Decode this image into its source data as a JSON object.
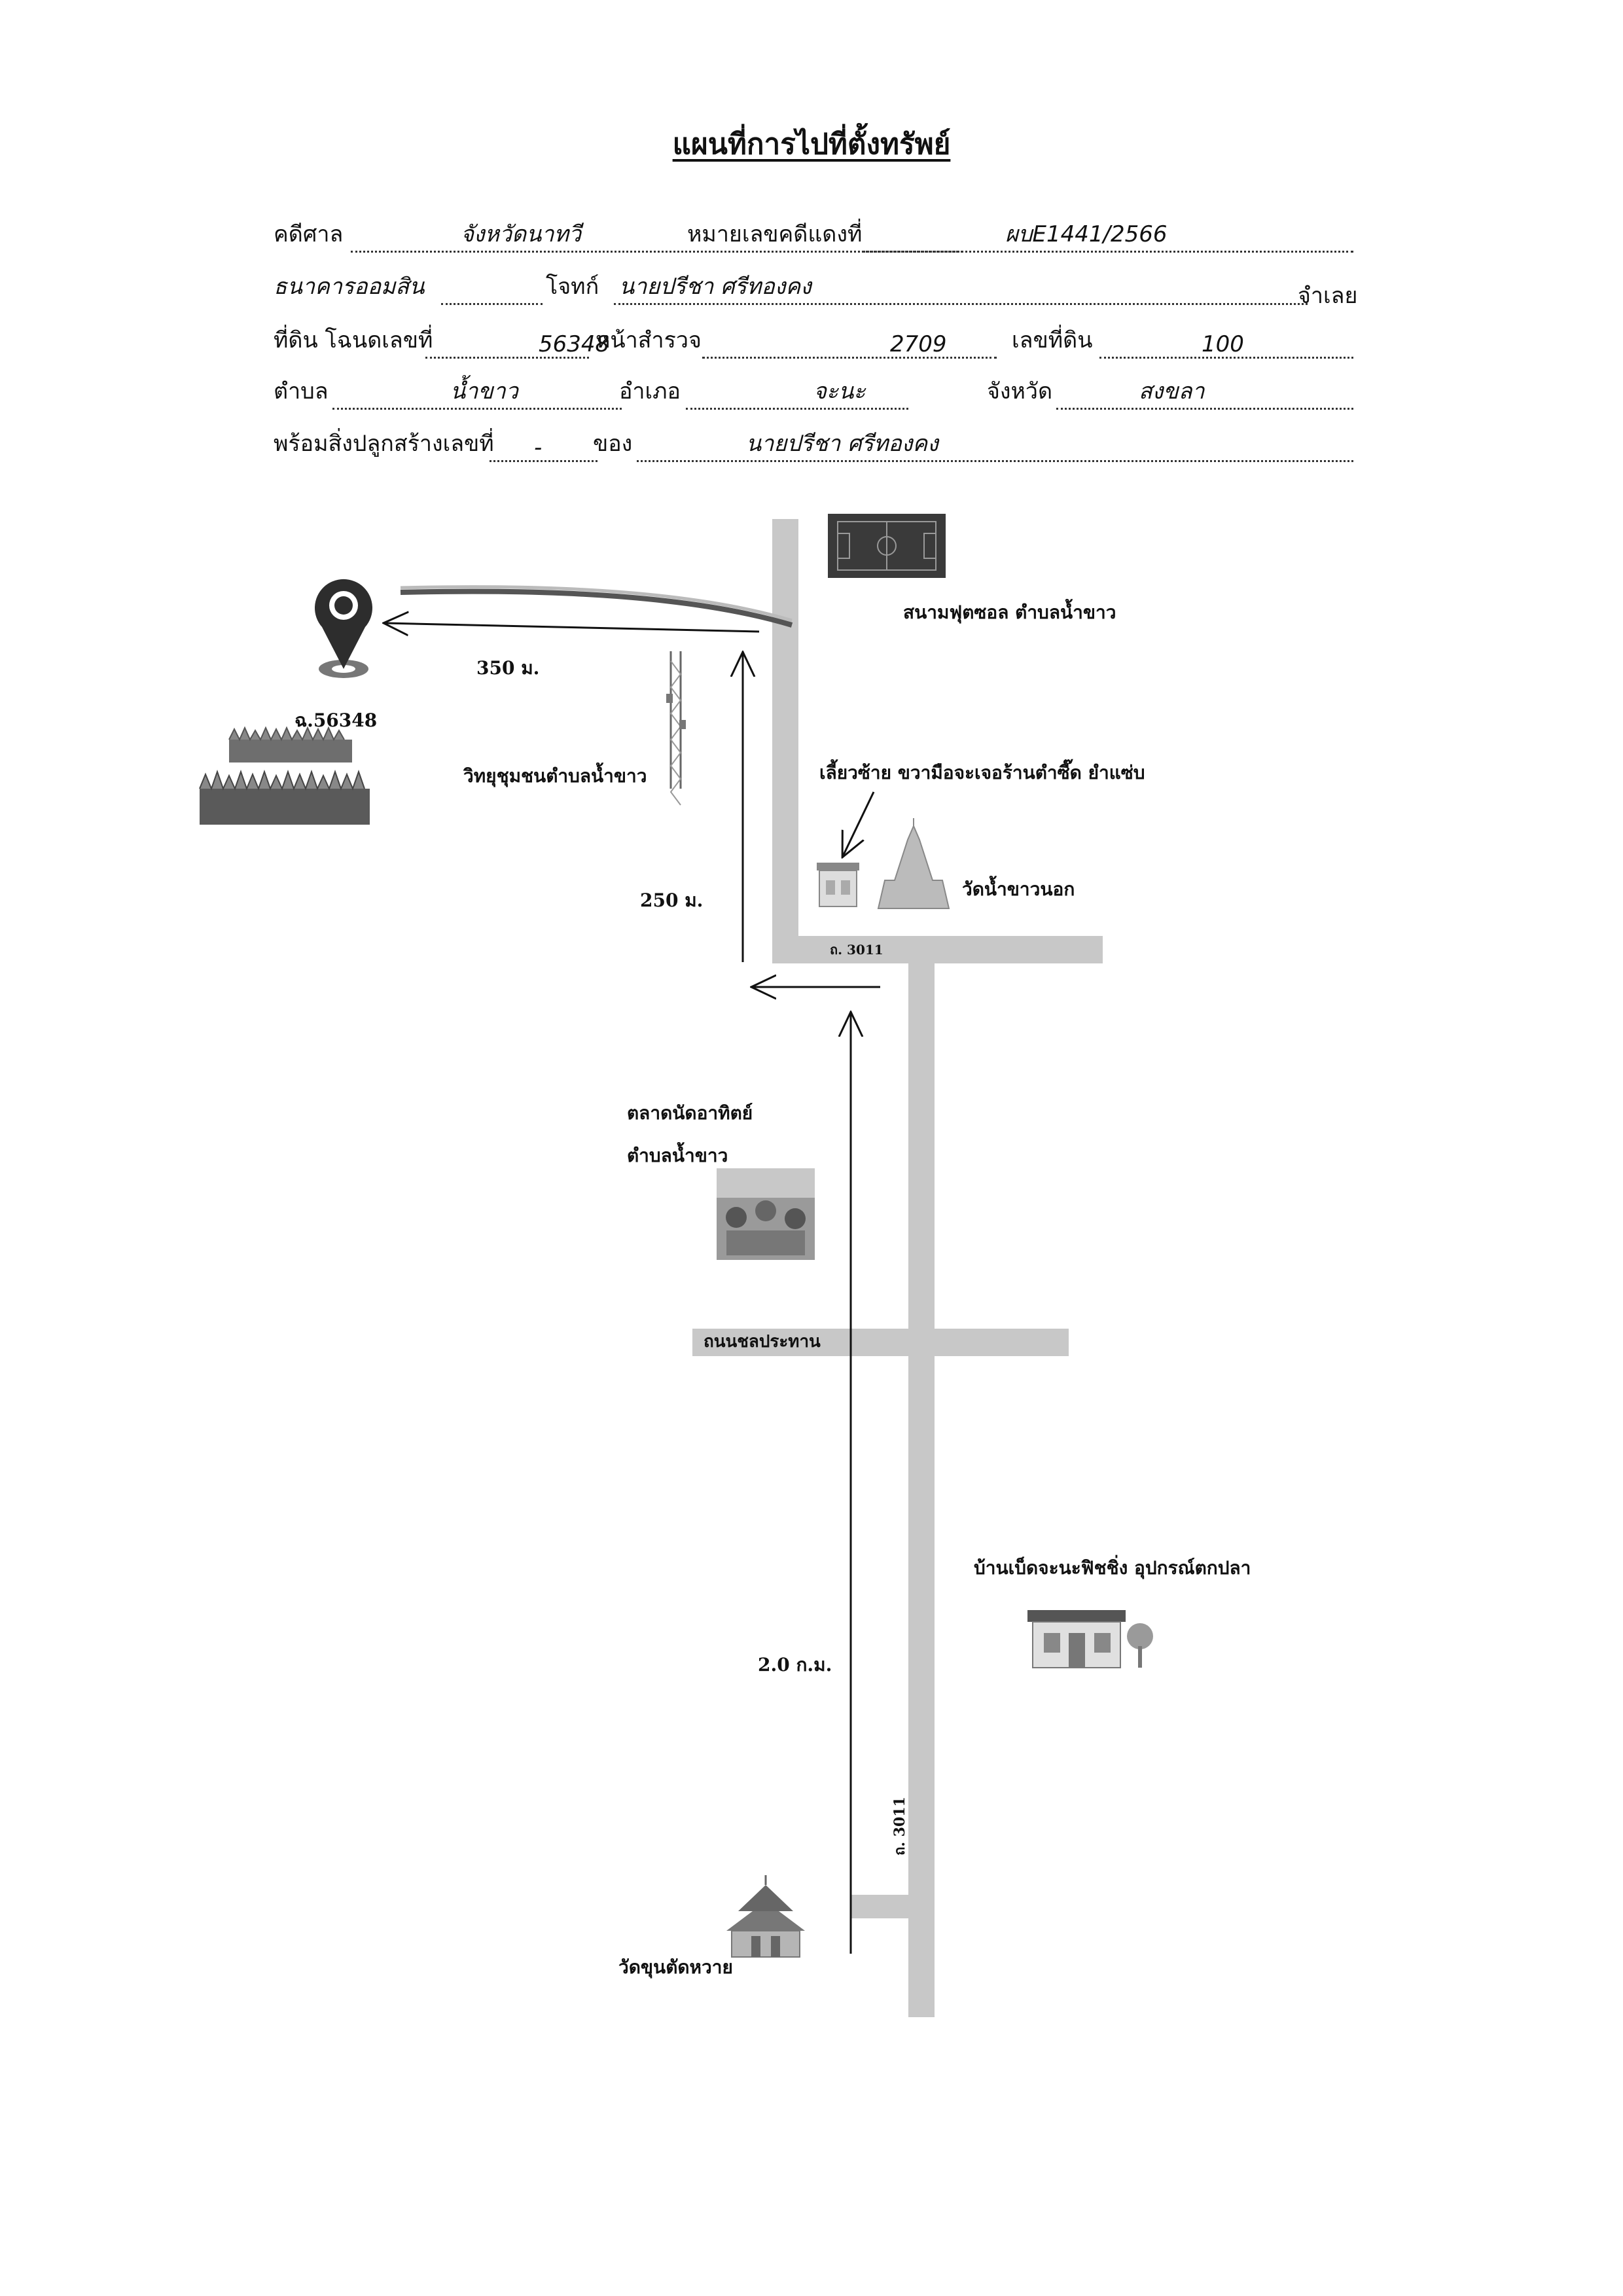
{
  "title": "แผนที่การไปที่ตั้งทรัพย์",
  "form": {
    "court_label": "คดีศาล",
    "court_value": "จังหวัดนาทวี",
    "case_no_label": "หมายเลขคดีแดงที่",
    "case_no_value": "ผบE1441/2566",
    "plaintiff_value": "ธนาคารออมสิน",
    "defendant_label": "โจทก์",
    "defendant_value": "นายปรีชา ศรีทองคง",
    "defendant_suffix": "จำเลย",
    "deed_label": "ที่ดิน โฉนดเลขที่",
    "deed_value": "56348",
    "survey_label": "หน้าสำรวจ",
    "survey_value": "2709",
    "land_no_label": "เลขที่ดิน",
    "land_no_value": "100",
    "subdistrict_label": "ตำบล",
    "subdistrict_value": "น้ำขาว",
    "district_label": "อำเภอ",
    "district_value": "จะนะ",
    "province_label": "จังหวัด",
    "province_value": "สงขลา",
    "building_label": "พร้อมสิ่งปลูกสร้างเลขที่",
    "building_value": "-",
    "owner_label": "ของ",
    "owner_value": "นายปรีชา ศรีทองคง"
  },
  "map": {
    "futsal_field": "สนามฟุตซอล ตำบลน้ำขาว",
    "dist_350": "350 ม.",
    "deed_marker": "ฉ.56348",
    "radio_station": "วิทยุชุมชนตำบลน้ำขาว",
    "turn_note": "เลี้ยวซ้าย  ขวามือจะเจอร้านตำซี๊ด ยำแซ่บ",
    "temple_nok": "วัดน้ำขาวนอก",
    "dist_250": "250 ม.",
    "road_3011_top": "ถ. 3011",
    "market_line1": "ตลาดนัดอาทิตย์",
    "market_line2": "ตำบลน้ำขาว",
    "canal_road": "ถนนชลประทาน",
    "fishing_shop": "บ้านเบ็ดจะนะฟิชชิ่ง อุปกรณ์ตกปลา",
    "dist_2km": "2.0 ก.ม.",
    "road_3011_side": "ถ. 3011",
    "temple_khun": "วัดขุนตัดหวาย"
  },
  "colors": {
    "road": "#c8c8c8",
    "line": "#111111",
    "icon_dark": "#3a3a3a"
  },
  "icons": [
    "location-pin-icon",
    "futsal-field-icon",
    "radio-tower-icon",
    "grass-field-icon",
    "shop-icon",
    "temple-icon",
    "market-photo-icon",
    "store-icon",
    "thai-temple-icon"
  ]
}
